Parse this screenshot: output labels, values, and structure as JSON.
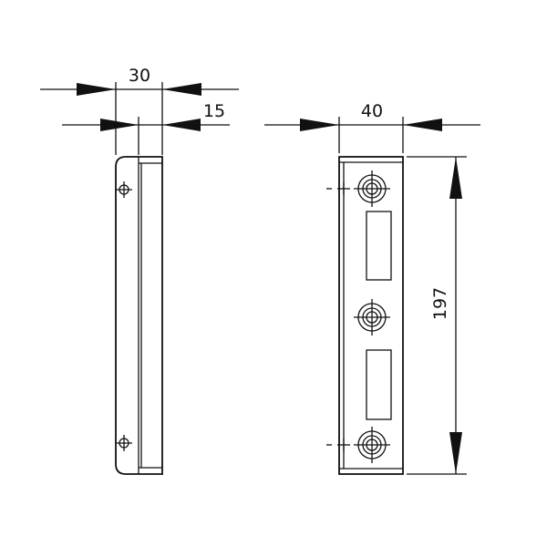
{
  "dimensions": {
    "side_width": "30",
    "side_depth": "15",
    "front_width": "40",
    "front_height": "197"
  },
  "colors": {
    "line": "#111111",
    "background": "#ffffff"
  }
}
